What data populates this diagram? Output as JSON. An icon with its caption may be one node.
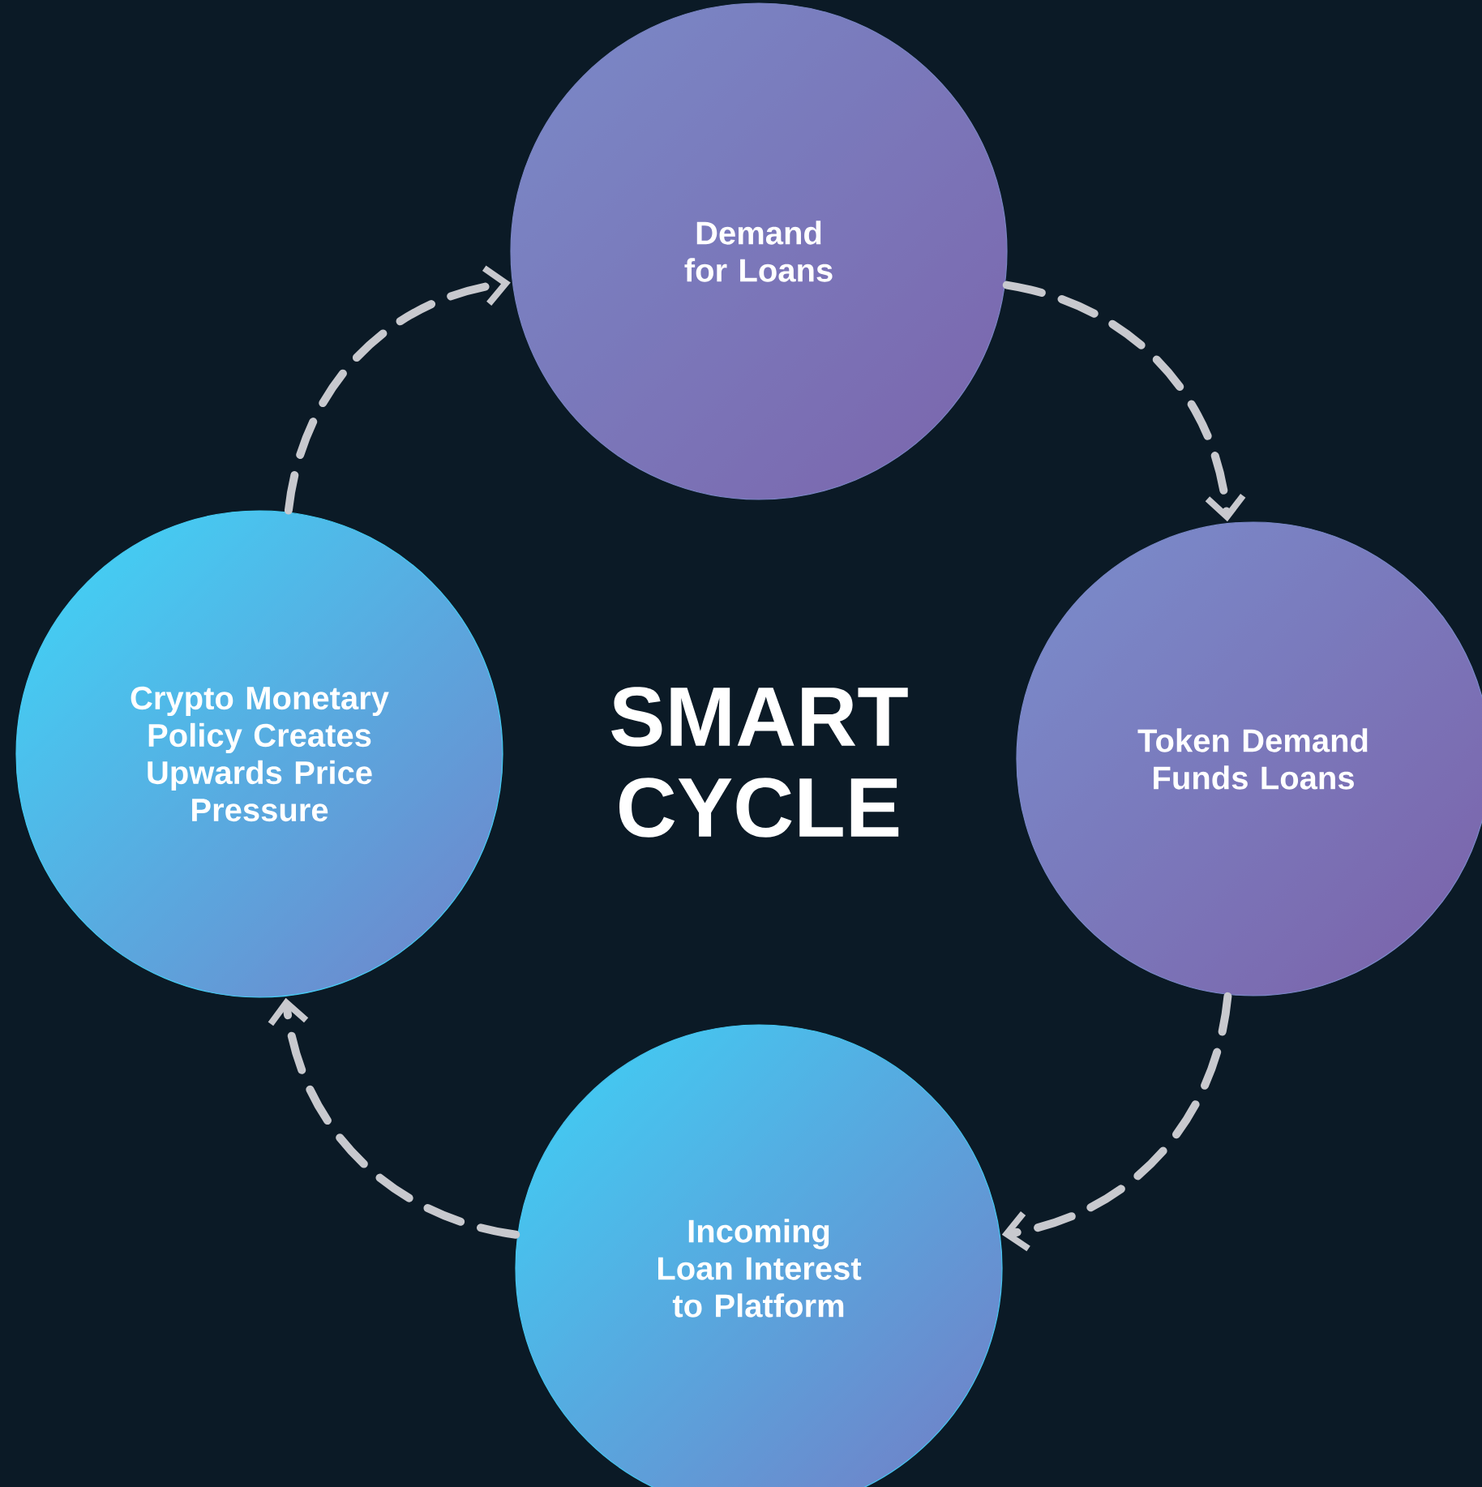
{
  "diagram": {
    "title": "SMART CYCLE",
    "nodes": [
      {
        "text": [
          "Demand for Loans"
        ]
      },
      {
        "text": [
          "Token Demand Funds Loans"
        ]
      },
      {
        "text": [
          "Incoming Loan Interest to Platform"
        ]
      },
      {
        "text": [
          "Crypto Monetary Policy Creates Upwards Price Pressure"
        ]
      }
    ],
    "edges": [
      {
        "from": 0,
        "to": 1,
        "arrow": "to",
        "style": "dashed"
      },
      {
        "from": 1,
        "to": 2,
        "arrow": "to",
        "style": "dashed"
      },
      {
        "from": 2,
        "to": 3,
        "arrow": "to",
        "style": "dashed"
      },
      {
        "from": 3,
        "to": 0,
        "arrow": "to",
        "style": "dashed"
      }
    ]
  }
}
